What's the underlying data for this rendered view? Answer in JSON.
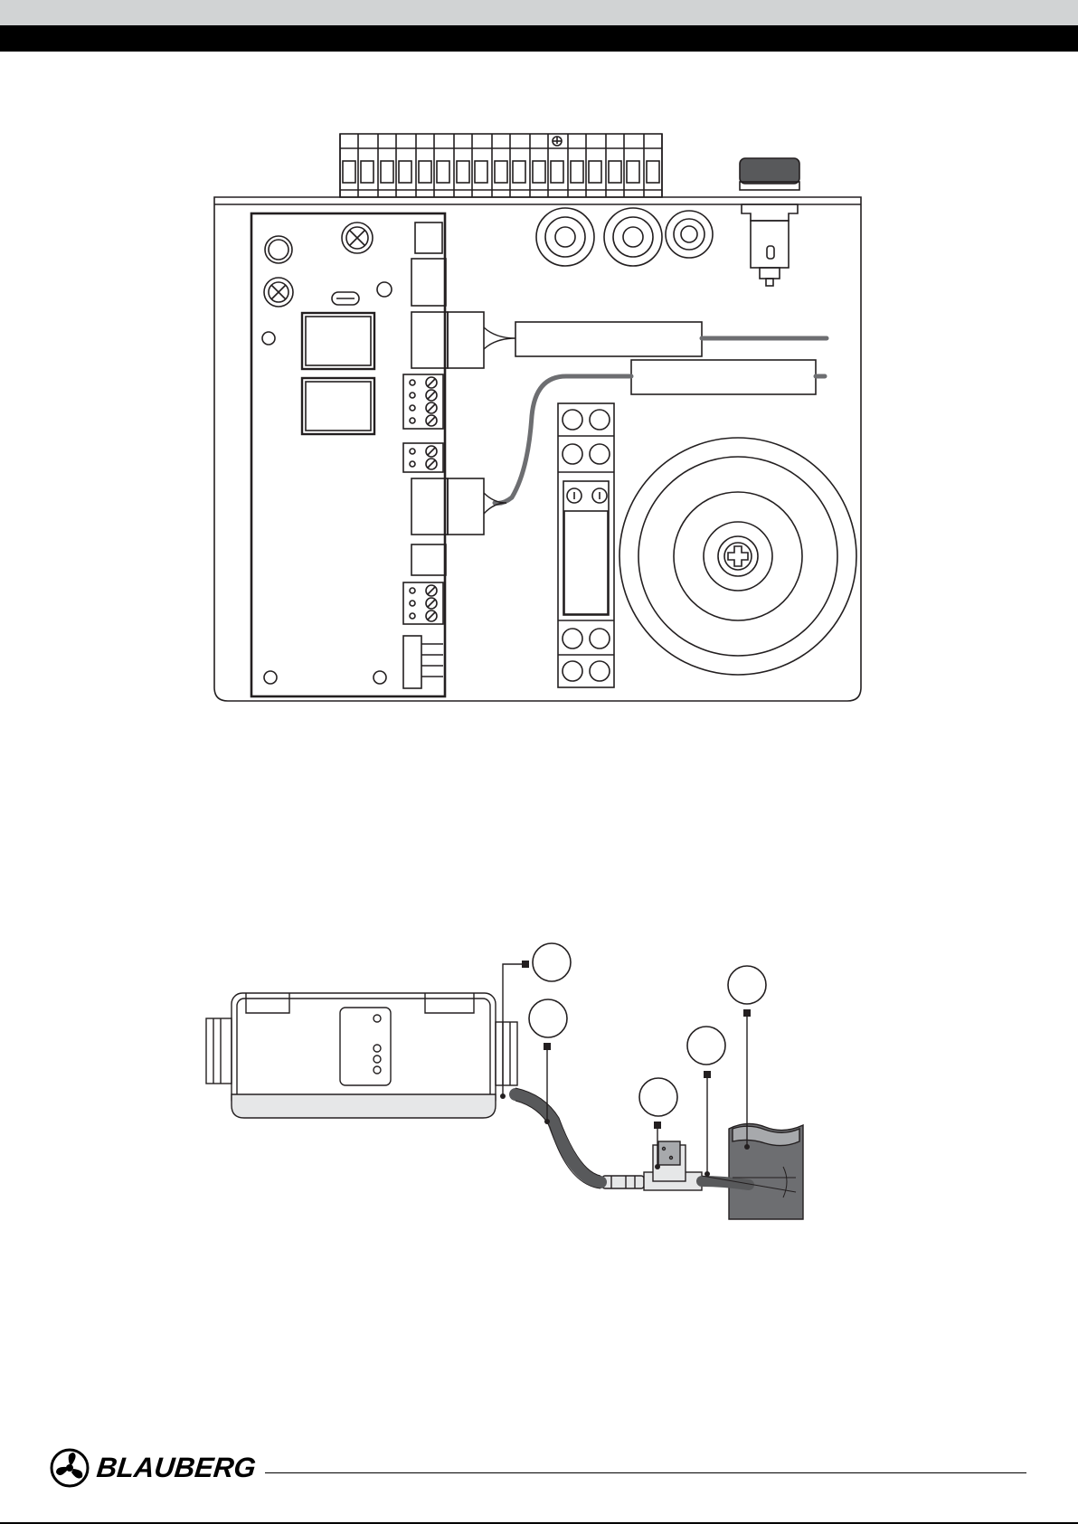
{
  "brand": {
    "name": "BLAUBERG",
    "logo_icon": "fan-propeller-icon"
  },
  "figures": [
    {
      "id": "control-panel-wiring-diagram",
      "description_kind": "line drawing"
    },
    {
      "id": "unit-condensate-drain-installation",
      "description_kind": "line drawing"
    }
  ],
  "colors": {
    "header_band": "#d1d3d4",
    "header_bar": "#000000",
    "line": "#231f20",
    "cable": "#6d6e71"
  }
}
